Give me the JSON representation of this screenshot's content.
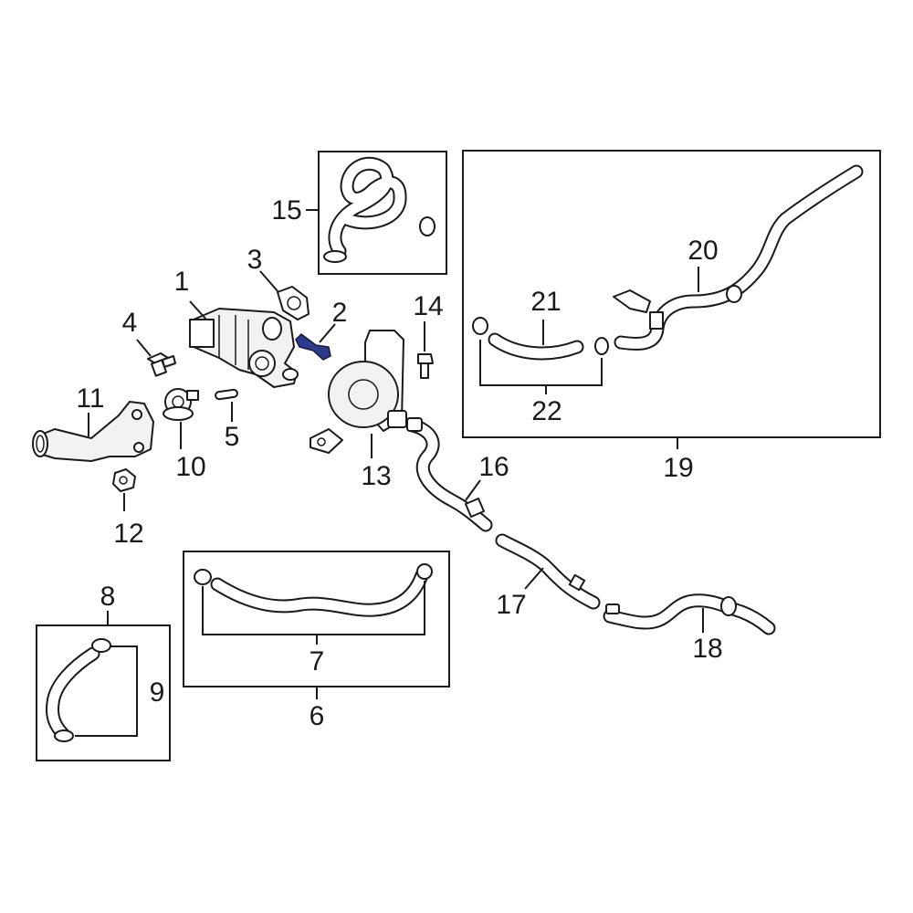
{
  "diagram": {
    "accent_color": "#2b3a8c",
    "line_color": "#1a1a1a",
    "callouts": [
      {
        "id": "1",
        "label": "1"
      },
      {
        "id": "2",
        "label": "2"
      },
      {
        "id": "3",
        "label": "3"
      },
      {
        "id": "4",
        "label": "4"
      },
      {
        "id": "5",
        "label": "5"
      },
      {
        "id": "6",
        "label": "6"
      },
      {
        "id": "7",
        "label": "7"
      },
      {
        "id": "8",
        "label": "8"
      },
      {
        "id": "9",
        "label": "9"
      },
      {
        "id": "10",
        "label": "10"
      },
      {
        "id": "11",
        "label": "11"
      },
      {
        "id": "12",
        "label": "12"
      },
      {
        "id": "13",
        "label": "13"
      },
      {
        "id": "14",
        "label": "14"
      },
      {
        "id": "15",
        "label": "15"
      },
      {
        "id": "16",
        "label": "16"
      },
      {
        "id": "17",
        "label": "17"
      },
      {
        "id": "18",
        "label": "18"
      },
      {
        "id": "19",
        "label": "19"
      },
      {
        "id": "20",
        "label": "20"
      },
      {
        "id": "21",
        "label": "21"
      },
      {
        "id": "22",
        "label": "22"
      }
    ],
    "highlighted_part": "2"
  }
}
